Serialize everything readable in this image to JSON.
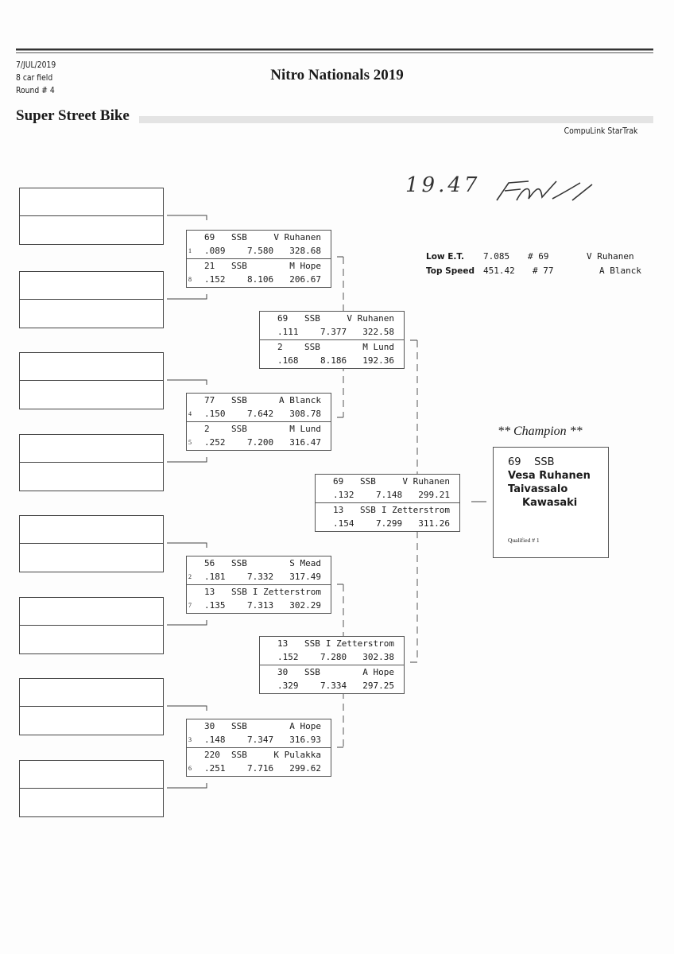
{
  "header": {
    "date": "7/JUL/2019",
    "field": "8 car field",
    "round": "Round # 4",
    "title": "Nitro Nationals 2019",
    "class_name": "Super Street Bike",
    "software": "CompuLink StarTrak"
  },
  "handwritten": {
    "note": "19.47",
    "signature": "initials"
  },
  "stats": {
    "low_et": {
      "label": "Low  E.T.",
      "value": "7.085",
      "car": "# 69",
      "driver": "V Ruhanen"
    },
    "top_speed": {
      "label": "Top Speed",
      "value": "451.42",
      "car": "# 77",
      "driver": "A Blanck"
    }
  },
  "matches": [
    {
      "lanes": [
        {
          "seed": "1",
          "num": "69",
          "cls": "SSB",
          "name": "V Ruhanen",
          "rt": ".089",
          "et": "7.580",
          "mph": "328.68"
        },
        {
          "seed": "8",
          "num": "21",
          "cls": "SSB",
          "name": "M Hope",
          "rt": ".152",
          "et": "8.106",
          "mph": "206.67"
        }
      ]
    },
    {
      "lanes": [
        {
          "seed": "4",
          "num": "77",
          "cls": "SSB",
          "name": "A Blanck",
          "rt": ".150",
          "et": "7.642",
          "mph": "308.78"
        },
        {
          "seed": "5",
          "num": "2",
          "cls": "SSB",
          "name": "M Lund",
          "rt": ".252",
          "et": "7.200",
          "mph": "316.47"
        }
      ]
    },
    {
      "lanes": [
        {
          "seed": "2",
          "num": "56",
          "cls": "SSB",
          "name": "S Mead",
          "rt": ".181",
          "et": "7.332",
          "mph": "317.49"
        },
        {
          "seed": "7",
          "num": "13",
          "cls": "SSB",
          "name": "I Zetterstrom",
          "rt": ".135",
          "et": "7.313",
          "mph": "302.29"
        }
      ]
    },
    {
      "lanes": [
        {
          "seed": "3",
          "num": "30",
          "cls": "SSB",
          "name": "A Hope",
          "rt": ".148",
          "et": "7.347",
          "mph": "316.93"
        },
        {
          "seed": "6",
          "num": "220",
          "cls": "SSB",
          "name": "K Pulakka",
          "rt": ".251",
          "et": "7.716",
          "mph": "299.62"
        }
      ]
    },
    {
      "lanes": [
        {
          "seed": "",
          "num": "69",
          "cls": "SSB",
          "name": "V Ruhanen",
          "rt": ".111",
          "et": "7.377",
          "mph": "322.58"
        },
        {
          "seed": "",
          "num": "2",
          "cls": "SSB",
          "name": "M Lund",
          "rt": ".168",
          "et": "8.186",
          "mph": "192.36"
        }
      ]
    },
    {
      "lanes": [
        {
          "seed": "",
          "num": "13",
          "cls": "SSB",
          "name": "I Zetterstrom",
          "rt": ".152",
          "et": "7.280",
          "mph": "302.38"
        },
        {
          "seed": "",
          "num": "30",
          "cls": "SSB",
          "name": "A Hope",
          "rt": ".329",
          "et": "7.334",
          "mph": "297.25"
        }
      ]
    },
    {
      "lanes": [
        {
          "seed": "",
          "num": "69",
          "cls": "SSB",
          "name": "V Ruhanen",
          "rt": ".132",
          "et": "7.148",
          "mph": "299.21"
        },
        {
          "seed": "",
          "num": "13",
          "cls": "SSB",
          "name": "I Zetterstrom",
          "rt": ".154",
          "et": "7.299",
          "mph": "311.26"
        }
      ]
    }
  ],
  "champion": {
    "heading": "** Champion **",
    "line1": "69    SSB",
    "name": "Vesa Ruhanen",
    "city": "Taivassalo",
    "make": "Kawasaki",
    "qualified": "Qualified # 1"
  }
}
